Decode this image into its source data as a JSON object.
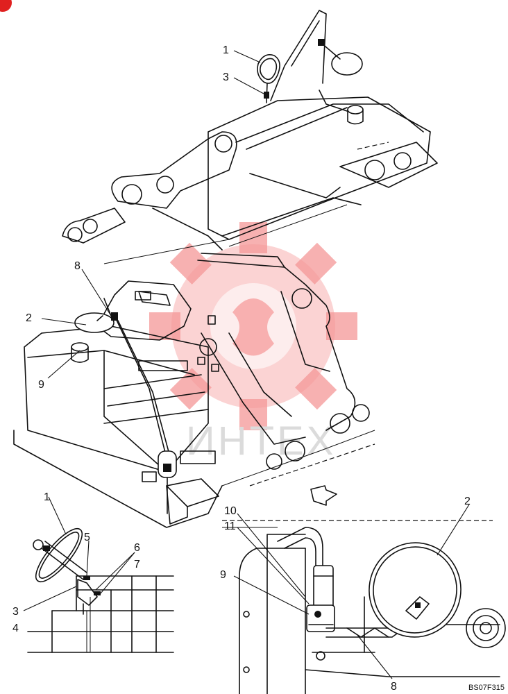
{
  "figure_code": "BS07F315",
  "watermark": {
    "text": "ИНТЕХ",
    "color": "#f05a5a"
  },
  "accent_color": "#e0201f",
  "callouts": {
    "top_view": [
      "1",
      "3"
    ],
    "main_view": [
      "8",
      "2",
      "9"
    ],
    "detail_left": [
      "1",
      "5",
      "6",
      "7",
      "3",
      "4"
    ],
    "detail_right": [
      "10",
      "11",
      "9",
      "2",
      "8"
    ]
  }
}
